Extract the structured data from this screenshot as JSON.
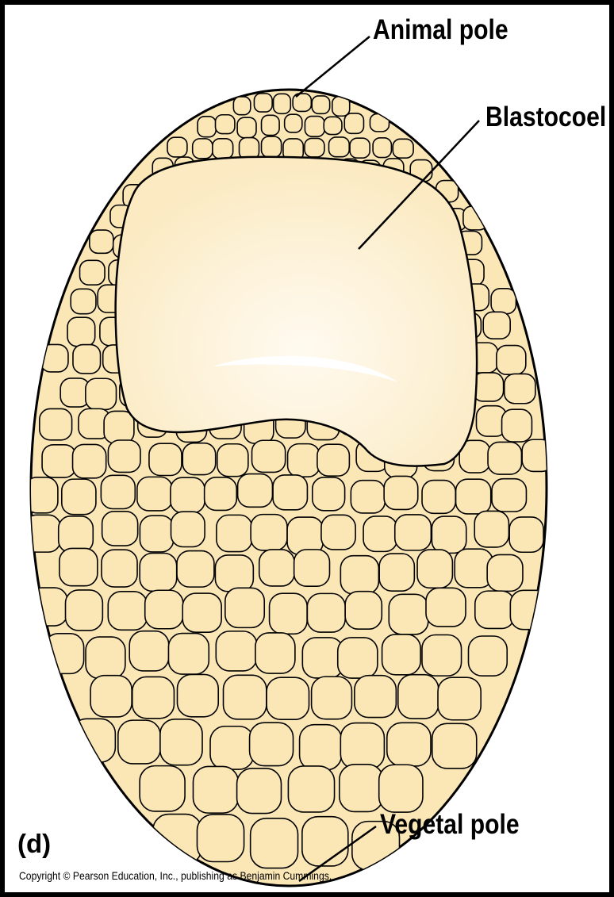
{
  "figure": {
    "panel_label": "(d)",
    "copyright": "Copyright © Pearson Education, Inc., publishing as Benjamin Cummings."
  },
  "labels": {
    "animal_pole": "Animal pole",
    "blastocoel": "Blastocoel",
    "vegetal_pole": "Vegetal pole"
  },
  "colors": {
    "cell_fill": "#fbe7b6",
    "blastocoel_fill": "#fdf3d8",
    "blastocoel_highlight": "#ffffff",
    "outline": "#000000",
    "background": "#ffffff"
  }
}
